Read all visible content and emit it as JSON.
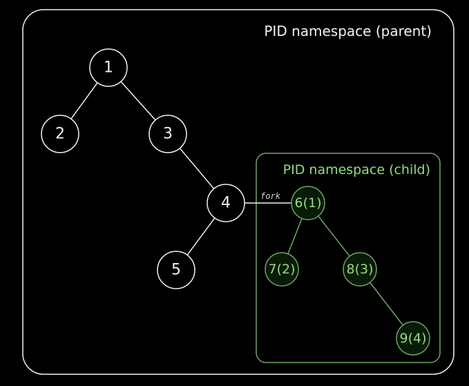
{
  "colors": {
    "background": "#000000",
    "parent": "#f2f2f2",
    "child_stroke": "#6ea765",
    "child_text": "#92dd7c",
    "child_node_fill": "#0a1a08",
    "fork_label": "#cfcfcf"
  },
  "parent_namespace": {
    "title": "PID namespace (parent)",
    "nodes": [
      {
        "id": "1",
        "label": "1"
      },
      {
        "id": "2",
        "label": "2"
      },
      {
        "id": "3",
        "label": "3"
      },
      {
        "id": "4",
        "label": "4"
      },
      {
        "id": "5",
        "label": "5"
      }
    ]
  },
  "child_namespace": {
    "title": "PID namespace (child)",
    "nodes": [
      {
        "id": "6",
        "label": "6(1)"
      },
      {
        "id": "7",
        "label": "7(2)"
      },
      {
        "id": "8",
        "label": "8(3)"
      },
      {
        "id": "9",
        "label": "9(4)"
      }
    ]
  },
  "edges": [
    {
      "from": "1",
      "to": "2"
    },
    {
      "from": "1",
      "to": "3"
    },
    {
      "from": "3",
      "to": "4"
    },
    {
      "from": "4",
      "to": "5"
    },
    {
      "from": "4",
      "to": "6",
      "label": "fork"
    },
    {
      "from": "6",
      "to": "7"
    },
    {
      "from": "6",
      "to": "8"
    },
    {
      "from": "8",
      "to": "9"
    }
  ]
}
